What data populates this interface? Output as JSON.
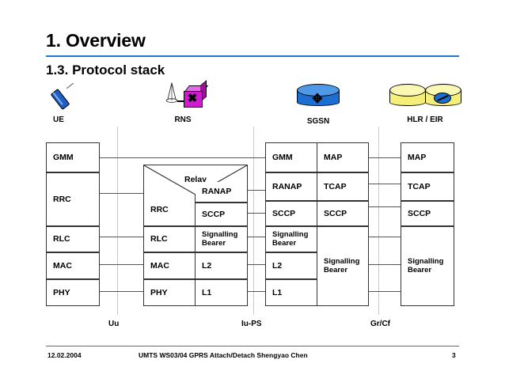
{
  "slide": {
    "title": "1. Overview",
    "subtitle": "1.3. Protocol stack",
    "accent_color": "#2277d4"
  },
  "nodes": [
    {
      "id": "ue",
      "label": "UE",
      "icon": "mobile-phone-icon",
      "color": "#1f5fc4"
    },
    {
      "id": "rns",
      "label": "RNS",
      "icon": "antenna-switch-icon",
      "color": "#d219d2"
    },
    {
      "id": "sgsn",
      "label": "SGSN",
      "icon": "database-cylinder-icon",
      "color": "#1b6fd2"
    },
    {
      "id": "hlr",
      "label": "HLR / EIR",
      "icon": "database-cylinder-icon",
      "color": "#f5ef7a"
    }
  ],
  "stacks": {
    "ue": {
      "layers": [
        "GMM",
        "RRC",
        "RLC",
        "MAC",
        "PHY"
      ]
    },
    "rns": {
      "relay_label": "Relay",
      "left_layers": [
        "RRC",
        "RLC",
        "MAC",
        "PHY"
      ],
      "right_layers": [
        "RANAP",
        "SCCP",
        "Signalling Bearer",
        "L2",
        "L1"
      ]
    },
    "sgsn": {
      "left_layers": [
        "GMM",
        "RANAP",
        "SCCP",
        "Signalling Bearer",
        "L2",
        "L1"
      ],
      "right_layers": [
        "MAP",
        "TCAP",
        "SCCP",
        "Signalling Bearer"
      ]
    },
    "hlr": {
      "layers": [
        "MAP",
        "TCAP",
        "SCCP",
        "Signalling Bearer"
      ]
    }
  },
  "interfaces": [
    {
      "id": "uu",
      "label": "Uu"
    },
    {
      "id": "iu-ps",
      "label": "Iu-PS"
    },
    {
      "id": "gr-cf",
      "label": "Gr/Cf"
    }
  ],
  "icons": {
    "switch_glyph": "✖",
    "sgsn_glyph": "✥"
  },
  "footer": {
    "date": "12.02.2004",
    "center": "UMTS WS03/04 GPRS Attach/Detach  Shengyao Chen",
    "page": "3"
  }
}
